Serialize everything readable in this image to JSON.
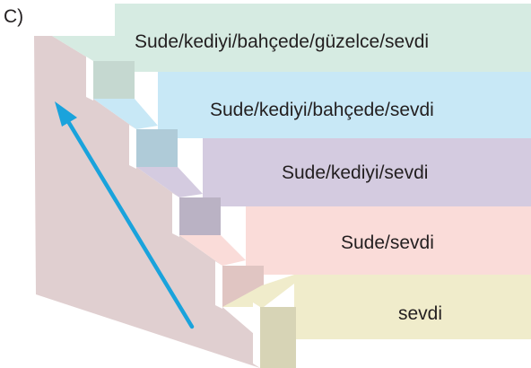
{
  "option_label": "C)",
  "steps": [
    {
      "label": "sevdi",
      "color": "#f0eccb"
    },
    {
      "label": "Sude/sevdi",
      "color": "#fadcd9"
    },
    {
      "label": "Sude/kediyi/sevdi",
      "color": "#d4cbe0"
    },
    {
      "label": "Sude/kediyi/bahçede/sevdi",
      "color": "#c8e8f6"
    },
    {
      "label": "Sude/kediyi/bahçede/güzelce/sevdi",
      "color": "#d6ebe2"
    }
  ],
  "colors": {
    "wall": "#e0cfd0",
    "arrow": "#1aa3dc",
    "text": "#231f20"
  }
}
